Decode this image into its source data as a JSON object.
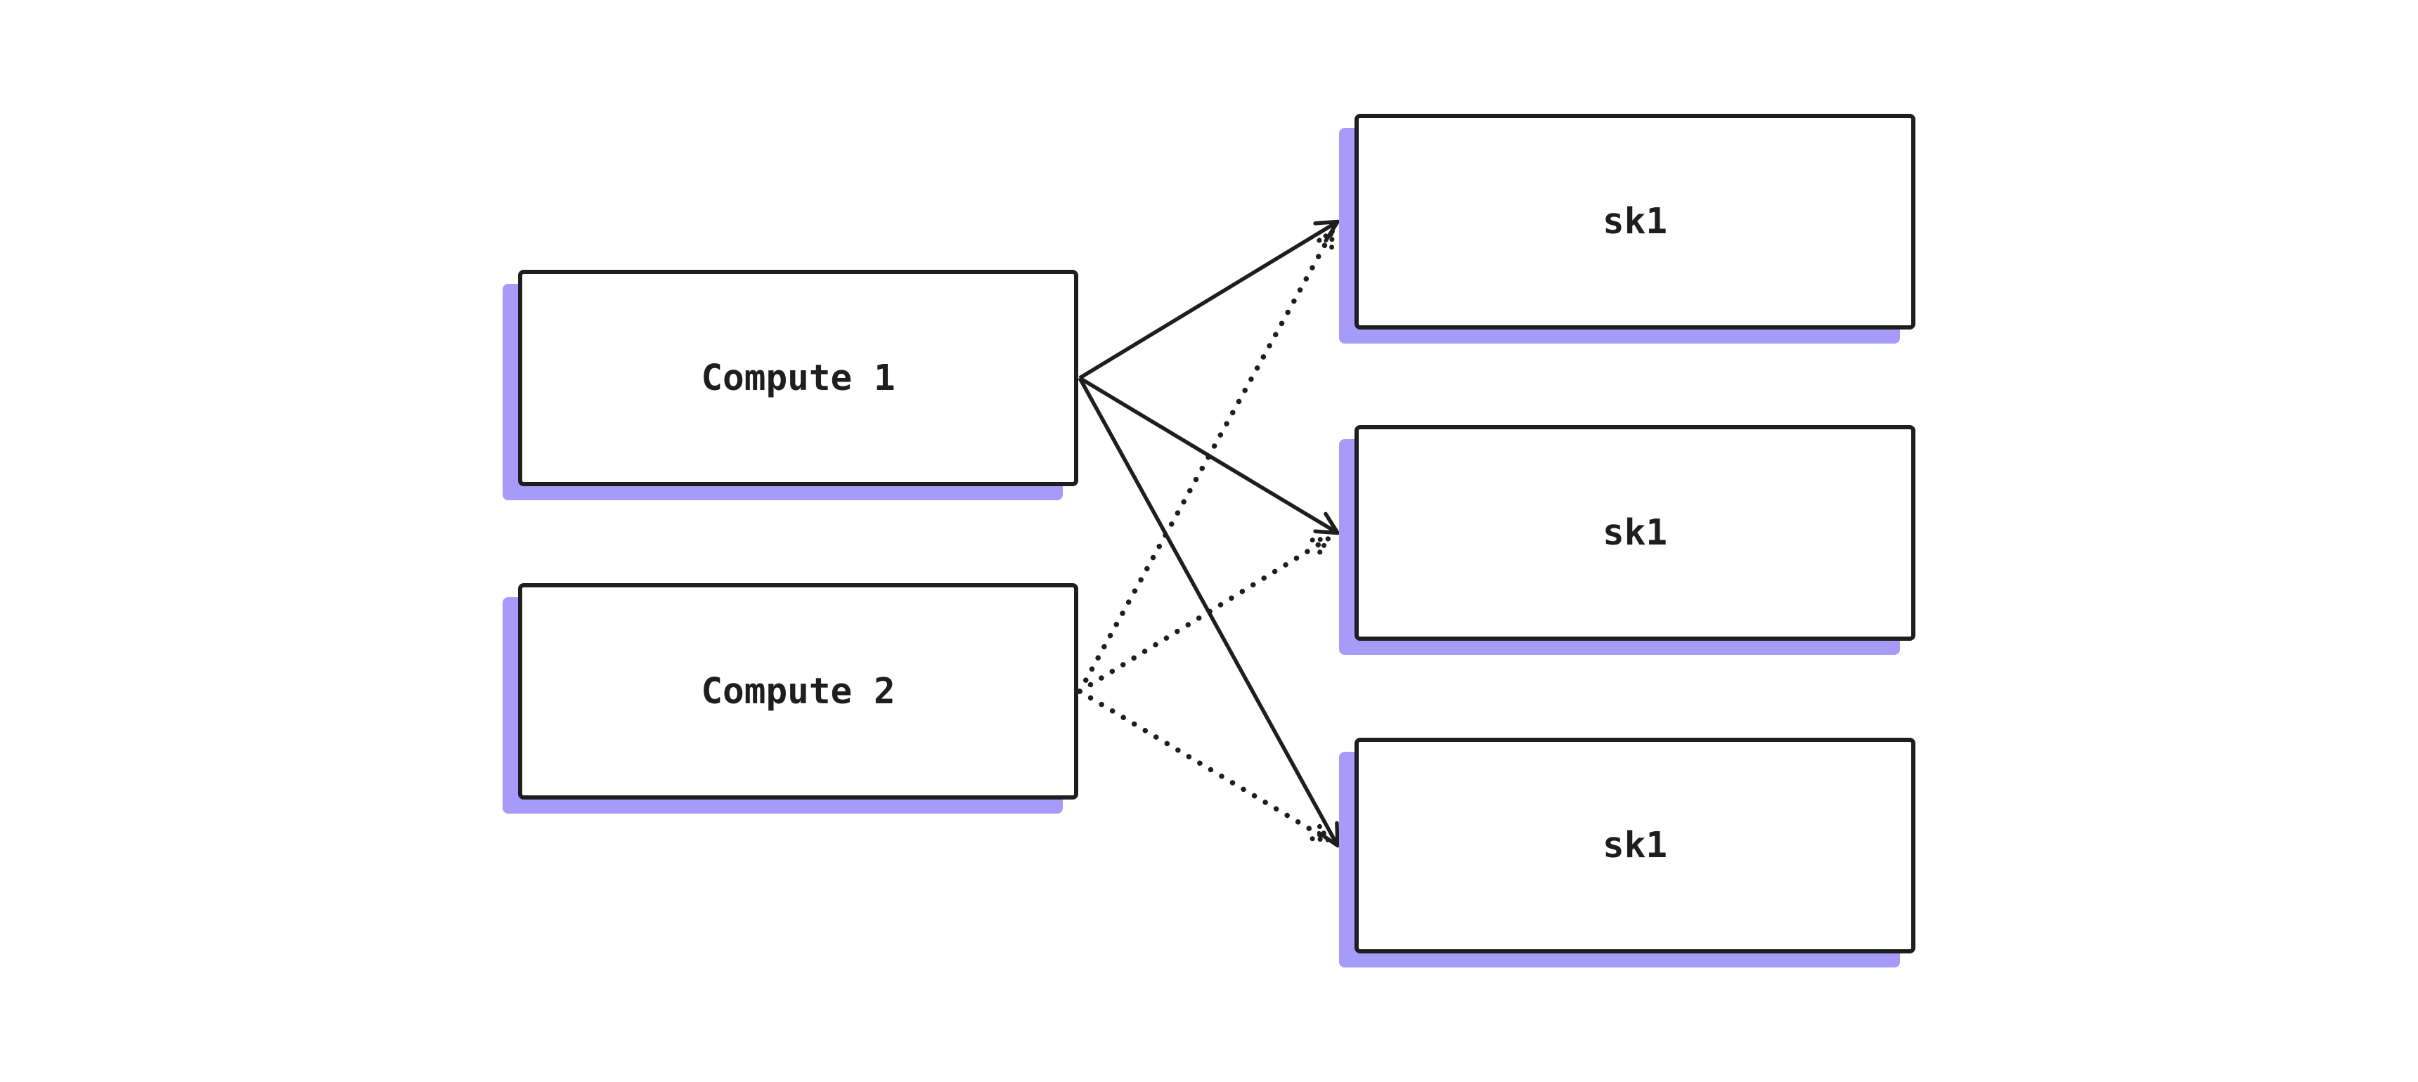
{
  "diagram": {
    "background_color": "#ffffff",
    "node_fill_color": "#ffffff",
    "stroke_color": "#1e1e1e",
    "shadow_color": "#a79af8",
    "nodes": [
      {
        "id": "compute1",
        "label": "Compute 1"
      },
      {
        "id": "compute2",
        "label": "Compute 2"
      },
      {
        "id": "sk1-top",
        "label": "sk1"
      },
      {
        "id": "sk1-middle",
        "label": "sk1"
      },
      {
        "id": "sk1-bottom",
        "label": "sk1"
      }
    ],
    "edges": [
      {
        "from": "compute1",
        "to": "sk1-top",
        "style": "solid",
        "arrowhead": "open"
      },
      {
        "from": "compute1",
        "to": "sk1-middle",
        "style": "solid",
        "arrowhead": "open"
      },
      {
        "from": "compute1",
        "to": "sk1-bottom",
        "style": "solid",
        "arrowhead": "open"
      },
      {
        "from": "compute2",
        "to": "sk1-top",
        "style": "dotted",
        "arrowhead": "open"
      },
      {
        "from": "compute2",
        "to": "sk1-middle",
        "style": "dotted",
        "arrowhead": "open"
      },
      {
        "from": "compute2",
        "to": "sk1-bottom",
        "style": "dotted",
        "arrowhead": "open"
      }
    ]
  }
}
